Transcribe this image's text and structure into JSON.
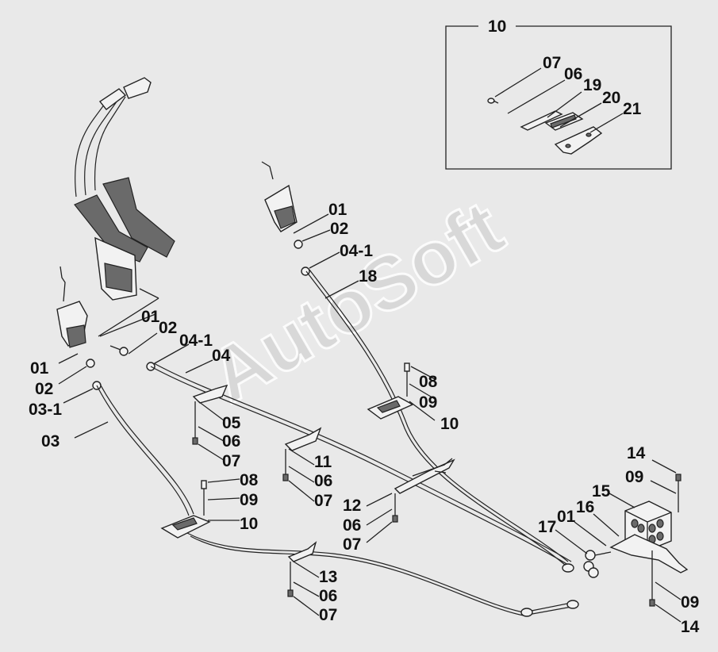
{
  "watermark": "AutoSoft",
  "inset_title": "10",
  "colors": {
    "background": "#e9e9e9",
    "line": "#222222"
  },
  "labels": {
    "inset_07": "07",
    "inset_06": "06",
    "inset_19": "19",
    "inset_20": "20",
    "inset_21": "21",
    "right_01": "01",
    "right_02": "02",
    "right_04_1": "04-1",
    "right_18": "18",
    "right_08": "08",
    "right_09": "09",
    "right_10": "10",
    "mid_01": "01",
    "mid_02": "02",
    "mid_04_1": "04-1",
    "mid_04": "04",
    "left_01": "01",
    "left_02": "02",
    "left_03_1": "03-1",
    "left_03": "03",
    "c1_05": "05",
    "c1_06": "06",
    "c1_07": "07",
    "c2_11": "11",
    "c2_06": "06",
    "c2_07": "07",
    "c3_12": "12",
    "c3_06": "06",
    "c3_07": "07",
    "c4_13": "13",
    "c4_06": "06",
    "c4_07": "07",
    "b2_08": "08",
    "b2_09": "09",
    "b2_10": "10",
    "v_14a": "14",
    "v_09a": "09",
    "v_15": "15",
    "v_16": "16",
    "v_01": "01",
    "v_17": "17",
    "v_09b": "09",
    "v_14b": "14"
  }
}
